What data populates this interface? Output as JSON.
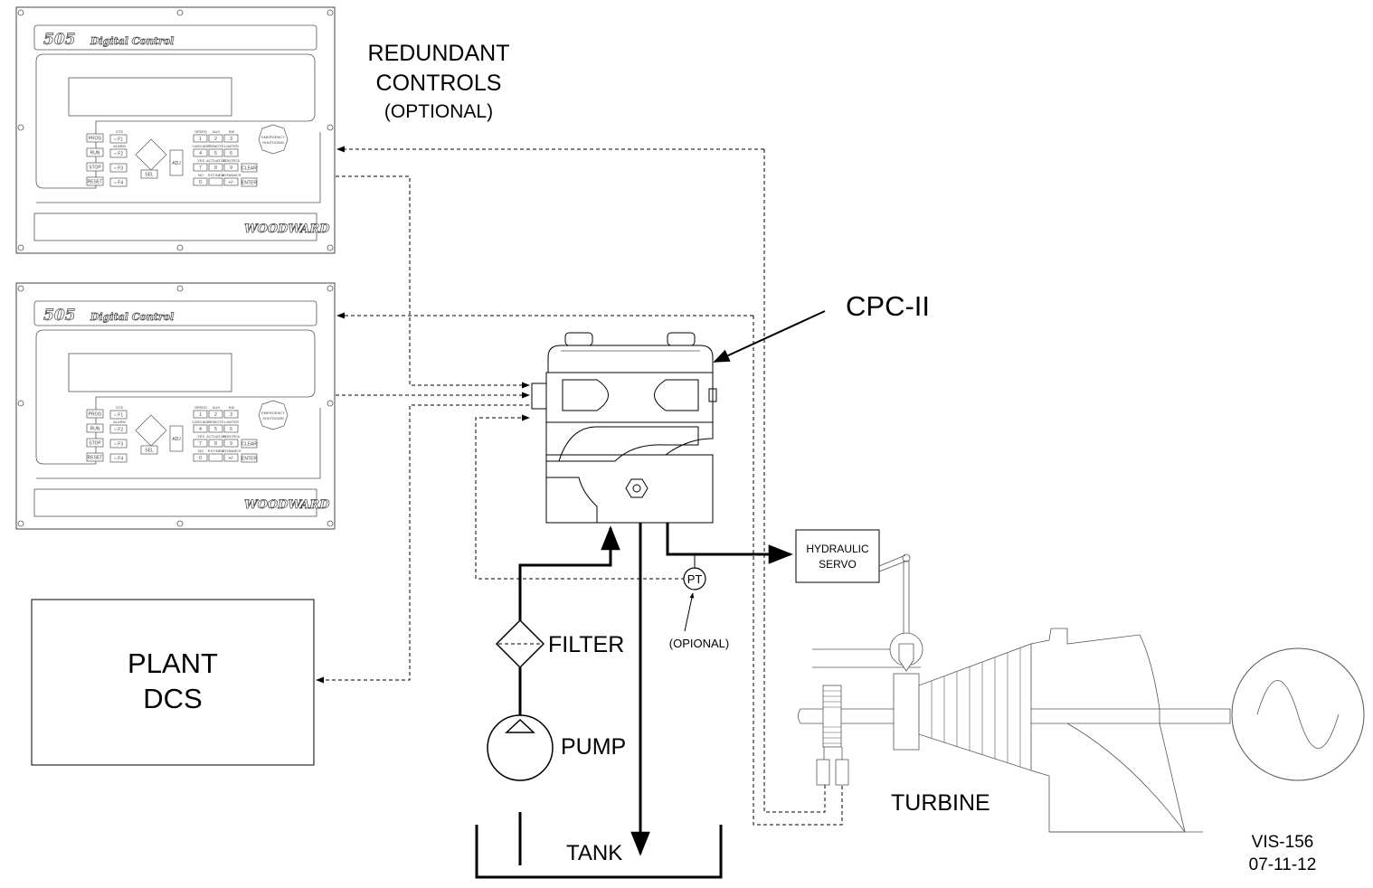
{
  "labels": {
    "redundant": [
      "REDUNDANT",
      "CONTROLS",
      "(OPTIONAL)"
    ],
    "cpc": "CPC-II",
    "plant": [
      "PLANT",
      "DCS"
    ],
    "filter": "FILTER",
    "pump": "PUMP",
    "tank": "TANK",
    "pt": "PT",
    "pt_optional": "(OPIONAL)",
    "servo": [
      "HYDRAULIC",
      "SERVO"
    ],
    "turbine": "TURBINE",
    "drawing_id": "VIS-156",
    "drawing_date": "07-11-12"
  },
  "controller": {
    "model": "505",
    "subtitle": "Digital Control",
    "brand": "WOODWARD",
    "left_keys": [
      "PROG",
      "RUN",
      "STOP",
      "RESET"
    ],
    "f_keys": [
      "F1",
      "F2",
      "F3",
      "F4"
    ],
    "f_labels": [
      "OTS",
      "ALARM",
      "",
      ""
    ],
    "sel": "SEL",
    "adj": "ADJ",
    "num_keys": [
      [
        "1",
        "2",
        "3"
      ],
      [
        "4",
        "5",
        "6"
      ],
      [
        "7",
        "8",
        "9"
      ],
      [
        "0",
        ".",
        "+/-"
      ]
    ],
    "num_labels": [
      [
        "SPEED",
        "AUX",
        "KW"
      ],
      [
        "CASCADE",
        "REMOTE",
        "LIMITER"
      ],
      [
        "YES",
        "ACTUATOR",
        "CONTROL"
      ],
      [
        "NO",
        "EXT/NEW",
        "DYNAMICS"
      ]
    ],
    "clear": "CLEAR",
    "enter": "ENTER",
    "emergency": [
      "EMERGENCY",
      "SHUTDOWN"
    ]
  }
}
